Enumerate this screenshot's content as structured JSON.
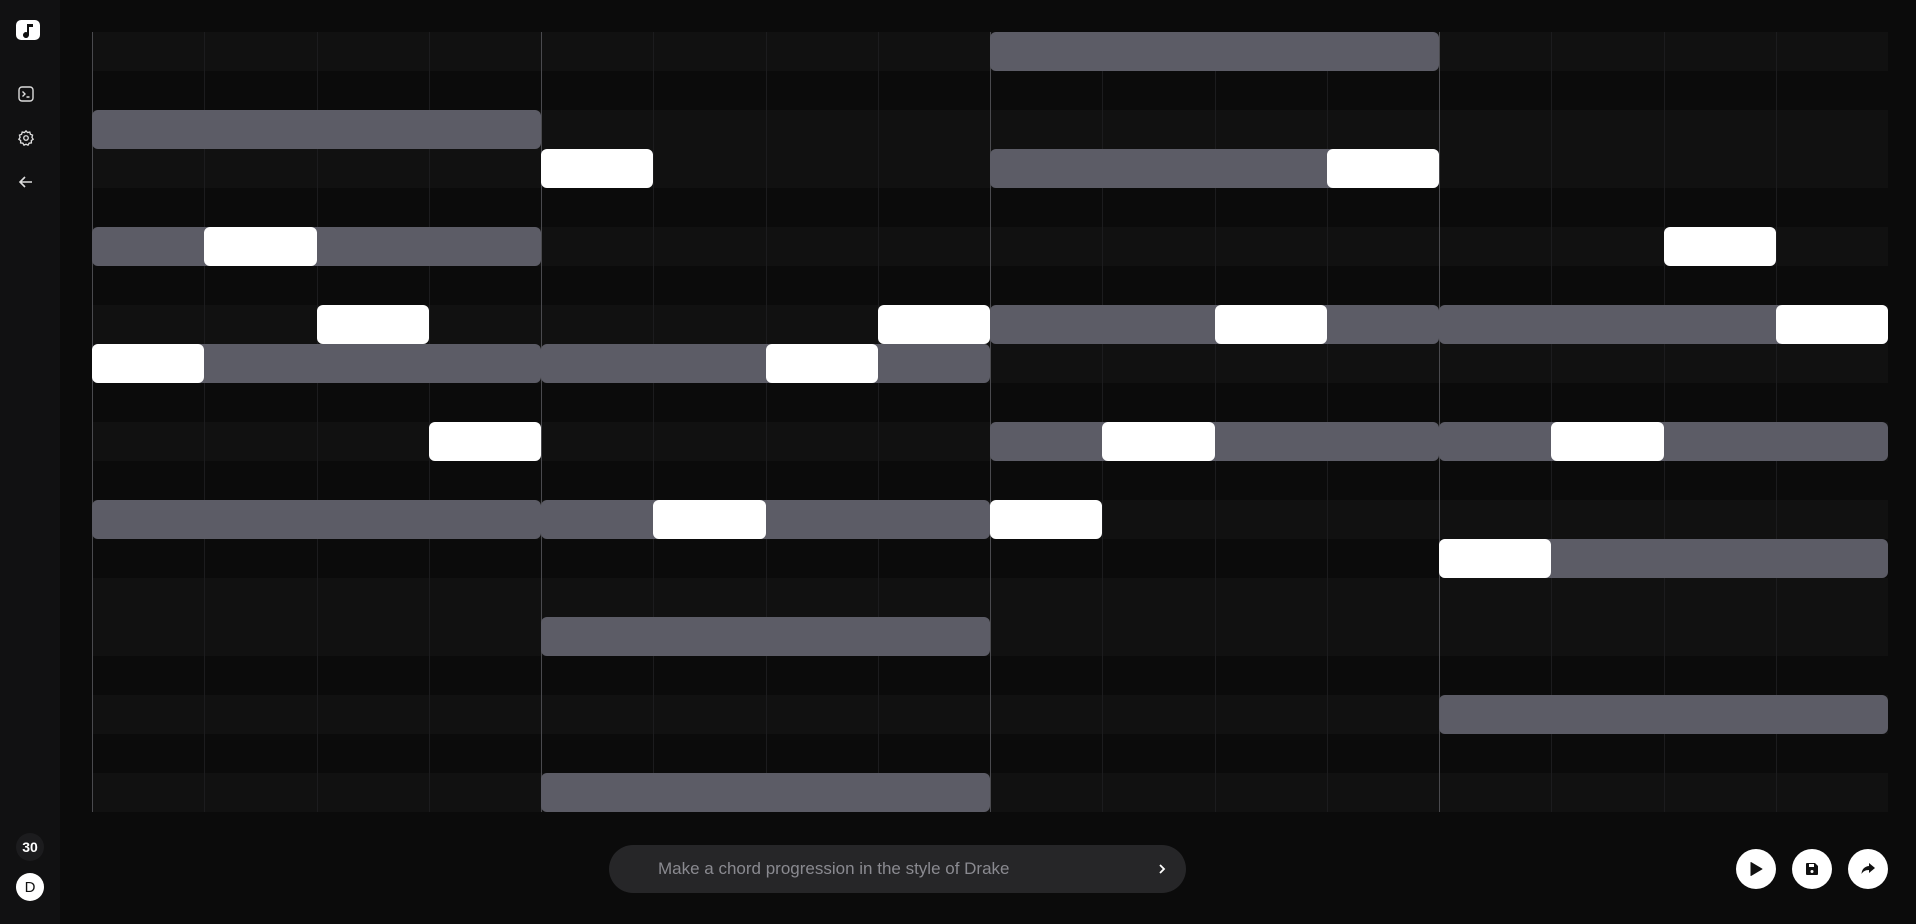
{
  "sidebar": {
    "items": [
      {
        "icon": "terminal-icon"
      },
      {
        "icon": "gear-icon"
      },
      {
        "icon": "arrow-left-icon"
      }
    ],
    "credits": "30",
    "avatar_initial": "D"
  },
  "piano_roll": {
    "bars": 4,
    "beats_per_bar": 4,
    "rows": 20,
    "colors": {
      "chord_note": "#5c5c66",
      "melody_note": "#ffffff",
      "row_light": "#111111",
      "row_dark": "#0b0b0b"
    },
    "notes": [
      {
        "row": 0,
        "start": 8,
        "length": 4,
        "type": "chord"
      },
      {
        "row": 2,
        "start": 0,
        "length": 4,
        "type": "chord"
      },
      {
        "row": 3,
        "start": 8,
        "length": 4,
        "type": "chord"
      },
      {
        "row": 3,
        "start": 4,
        "length": 1,
        "type": "melody"
      },
      {
        "row": 3,
        "start": 11,
        "length": 1,
        "type": "melody"
      },
      {
        "row": 5,
        "start": 0,
        "length": 4,
        "type": "chord"
      },
      {
        "row": 5,
        "start": 1,
        "length": 1,
        "type": "melody"
      },
      {
        "row": 5,
        "start": 14,
        "length": 1,
        "type": "melody"
      },
      {
        "row": 7,
        "start": 8,
        "length": 4,
        "type": "chord"
      },
      {
        "row": 7,
        "start": 12,
        "length": 4,
        "type": "chord"
      },
      {
        "row": 7,
        "start": 2,
        "length": 1,
        "type": "melody"
      },
      {
        "row": 7,
        "start": 7,
        "length": 1,
        "type": "melody"
      },
      {
        "row": 7,
        "start": 10,
        "length": 1,
        "type": "melody"
      },
      {
        "row": 7,
        "start": 15,
        "length": 1,
        "type": "melody"
      },
      {
        "row": 8,
        "start": 0,
        "length": 4,
        "type": "chord"
      },
      {
        "row": 8,
        "start": 4,
        "length": 4,
        "type": "chord"
      },
      {
        "row": 8,
        "start": 0,
        "length": 1,
        "type": "melody"
      },
      {
        "row": 8,
        "start": 6,
        "length": 1,
        "type": "melody"
      },
      {
        "row": 10,
        "start": 8,
        "length": 4,
        "type": "chord"
      },
      {
        "row": 10,
        "start": 12,
        "length": 4,
        "type": "chord"
      },
      {
        "row": 10,
        "start": 3,
        "length": 1,
        "type": "melody"
      },
      {
        "row": 10,
        "start": 9,
        "length": 1,
        "type": "melody"
      },
      {
        "row": 10,
        "start": 13,
        "length": 1,
        "type": "melody"
      },
      {
        "row": 12,
        "start": 0,
        "length": 4,
        "type": "chord"
      },
      {
        "row": 12,
        "start": 4,
        "length": 4,
        "type": "chord"
      },
      {
        "row": 12,
        "start": 5,
        "length": 1,
        "type": "melody"
      },
      {
        "row": 12,
        "start": 8,
        "length": 1,
        "type": "melody"
      },
      {
        "row": 13,
        "start": 12,
        "length": 4,
        "type": "chord"
      },
      {
        "row": 13,
        "start": 12,
        "length": 1,
        "type": "melody"
      },
      {
        "row": 15,
        "start": 4,
        "length": 4,
        "type": "chord"
      },
      {
        "row": 17,
        "start": 12,
        "length": 4,
        "type": "chord"
      },
      {
        "row": 19,
        "start": 4,
        "length": 4,
        "type": "chord"
      }
    ]
  },
  "prompt": {
    "placeholder": "Make a chord progression in the style of Drake",
    "value": ""
  },
  "controls": [
    {
      "icon": "play-icon"
    },
    {
      "icon": "save-icon"
    },
    {
      "icon": "share-icon"
    }
  ]
}
